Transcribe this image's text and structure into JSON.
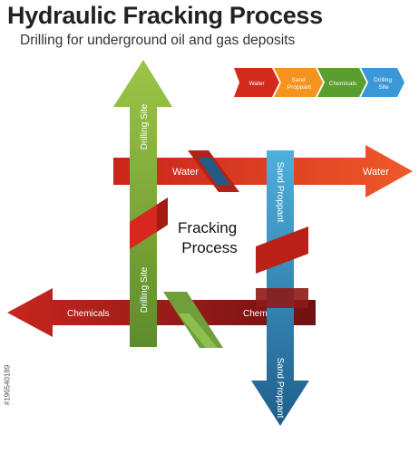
{
  "header": {
    "title": "Hydraulic Fracking Process",
    "subtitle": "Drilling for underground oil and gas deposits"
  },
  "legend": {
    "steps": [
      {
        "label_lines": [
          "Water"
        ],
        "color": "#d42a1e"
      },
      {
        "label_lines": [
          "Sand",
          "Proppant"
        ],
        "color": "#f5931f"
      },
      {
        "label_lines": [
          "Chemicals"
        ],
        "color": "#5a9e2f"
      },
      {
        "label_lines": [
          "Drilling",
          "Site"
        ],
        "color": "#3a97d8"
      }
    ]
  },
  "diagram": {
    "center_label_lines": [
      "Fracking",
      "Process"
    ],
    "arrows": {
      "water": {
        "label_left": "Water",
        "label_right": "Water",
        "color_start": "#c8241b",
        "color_end": "#ef5a2a"
      },
      "drilling_site": {
        "label_top": "Drilling Site",
        "label_bottom": "Drilling Site",
        "color_start": "#5e8c2c",
        "color_end": "#9cc547"
      },
      "sand_proppant": {
        "label_top": "Sand Proppant",
        "label_bottom": "Sand Proppant",
        "color_start": "#4fb0dc",
        "color_end": "#1e5f8c"
      },
      "chemicals": {
        "label_left": "Chemicals",
        "label_right": "Chemicals",
        "color_start": "#c8261e",
        "color_end": "#6e1212"
      }
    }
  },
  "watermark": "#196540189"
}
